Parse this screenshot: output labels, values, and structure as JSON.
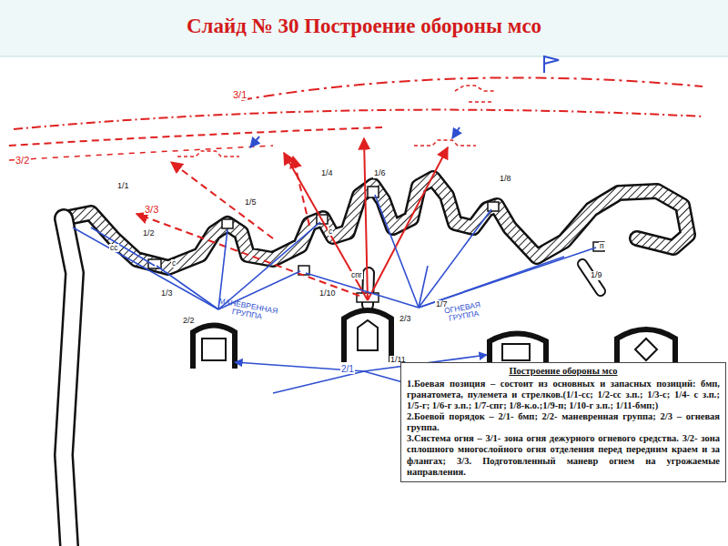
{
  "diagram": {
    "title": "Слайд № 30 Построение обороны мсо",
    "nodes": [
      {
        "text": [
          "Построение обороны мсо",
          "1.Боевая позиция – состоит из основных и запасных позиций: бмп, гранатомета, пулемета и стрелков.(1/1-сс; 1/2-сс з.п.; 1/3-с; 1/4- с з.п.; 1/5-г; 1/6-г з.п.; 1/7-спг; 1/8-к.о.;1/9-п; 1/10-г з.п.; 1/11-бмп;)",
          "2.Боевой порядок – 2/1- бмп; 2/2- маневренная группа; 2/3 – огневая группа.",
          "3.Система огня – 3/1- зона огня дежурного огневого средства. 3/2- зона сплошного многослойного огня отделения перед передним краем и за флангах; 3/3. Подготовленный маневр огнем на угрожаемые направления."
        ]
      }
    ],
    "labels": [
      "3/1",
      "3/2",
      "3/3",
      "1/1",
      "1/2",
      "1/3",
      "1/4",
      "1/5",
      "1/6",
      "1/7",
      "1/8",
      "1/9",
      "1/10",
      "1/11",
      "2/1",
      "2/2",
      "МАНЕВРЕННАЯ ГРУППА",
      "2/3",
      "ОГНЕВАЯ ГРУППА",
      "сс",
      "с",
      "с",
      "спг",
      "п"
    ]
  }
}
